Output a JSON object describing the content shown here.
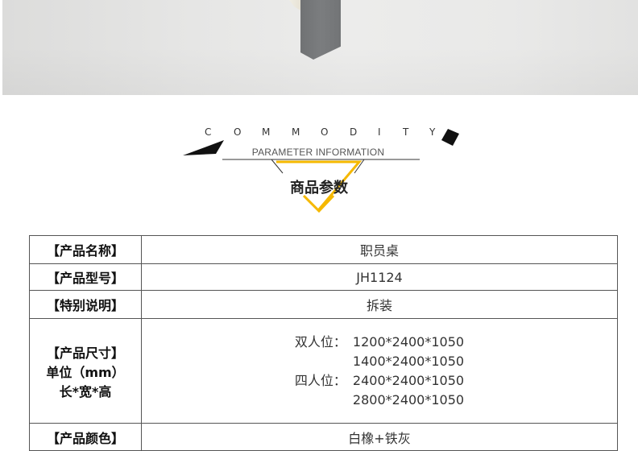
{
  "header": {
    "commodity_letters": [
      "C",
      "O",
      "M",
      "M",
      "O",
      "D",
      "I",
      "T",
      "Y"
    ],
    "subtitle": "PARAMETER INFORMATION",
    "title_cn": "商品参数"
  },
  "colors": {
    "accent": "#f5b800",
    "line": "#333333"
  },
  "params": {
    "rows": [
      {
        "label": "【产品名称】",
        "value": "职员桌"
      },
      {
        "label": "【产品型号】",
        "value": "JH1124"
      },
      {
        "label": "【特别说明】",
        "value": "拆装"
      },
      {
        "label_lines": [
          "【产品尺寸】",
          "单位（mm）",
          "长*宽*高"
        ],
        "sizes": [
          {
            "key": "双人位：",
            "value": "1200*2400*1050"
          },
          {
            "key": "",
            "value": "1400*2400*1050"
          },
          {
            "key": "四人位：",
            "value": "2400*2400*1050"
          },
          {
            "key": "",
            "value": "2800*2400*1050"
          }
        ]
      },
      {
        "label": "【产品颜色】",
        "value": "白橡+铁灰"
      }
    ]
  }
}
